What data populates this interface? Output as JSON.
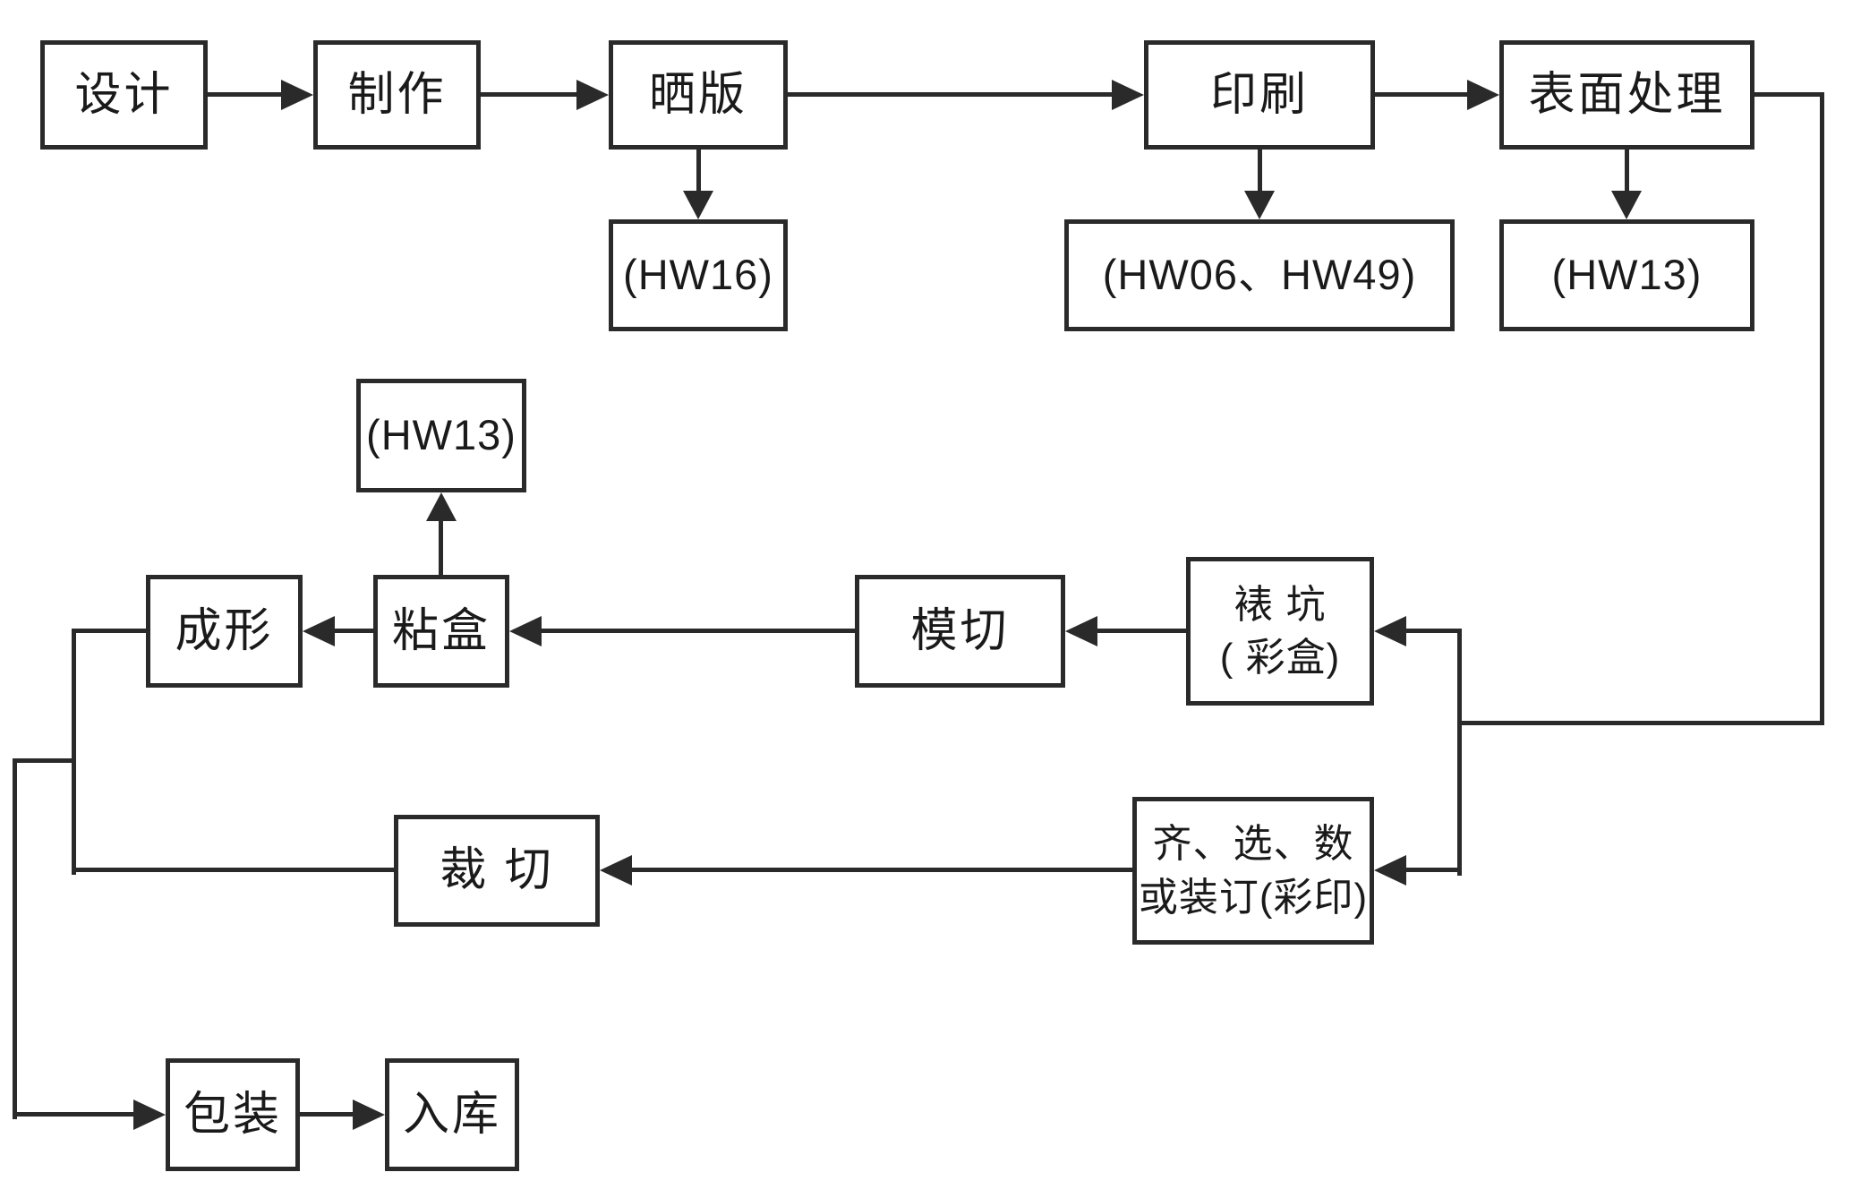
{
  "diagram": {
    "type": "flowchart",
    "line_color": "#2a2a2a",
    "background_color": "#ffffff",
    "nodes": {
      "design": {
        "label": "设计"
      },
      "making": {
        "label": "制作"
      },
      "plate_exposure": {
        "label": "晒版"
      },
      "printing": {
        "label": "印刷"
      },
      "surface_treatment": {
        "label": "表面处理"
      },
      "waste_hw16": {
        "label": "(HW16)"
      },
      "waste_hw06_hw49": {
        "label": "(HW06、HW49)"
      },
      "waste_hw13_surface": {
        "label": "(HW13)"
      },
      "waste_hw13_gluing": {
        "label": "(HW13)"
      },
      "forming": {
        "label": "成形"
      },
      "box_gluing": {
        "label": "粘盒"
      },
      "die_cutting": {
        "label": "模切"
      },
      "laminating": {
        "label": "裱 坑",
        "sublabel": "( 彩盒)"
      },
      "collating": {
        "label": "齐、选、数",
        "sublabel": "或装订(彩印)"
      },
      "cutting": {
        "label": "裁 切"
      },
      "packing": {
        "label": "包装"
      },
      "warehousing": {
        "label": "入库"
      }
    },
    "edges": [
      {
        "from": "design",
        "to": "making"
      },
      {
        "from": "making",
        "to": "plate_exposure"
      },
      {
        "from": "plate_exposure",
        "to": "printing"
      },
      {
        "from": "printing",
        "to": "surface_treatment"
      },
      {
        "from": "plate_exposure",
        "to": "waste_hw16"
      },
      {
        "from": "printing",
        "to": "waste_hw06_hw49"
      },
      {
        "from": "surface_treatment",
        "to": "waste_hw13_surface"
      },
      {
        "from": "surface_treatment",
        "to": "laminating"
      },
      {
        "from": "surface_treatment",
        "to": "collating"
      },
      {
        "from": "laminating",
        "to": "die_cutting"
      },
      {
        "from": "die_cutting",
        "to": "box_gluing"
      },
      {
        "from": "box_gluing",
        "to": "waste_hw13_gluing"
      },
      {
        "from": "box_gluing",
        "to": "forming"
      },
      {
        "from": "collating",
        "to": "cutting"
      },
      {
        "from": "forming",
        "to": "packing"
      },
      {
        "from": "cutting",
        "to": "packing"
      },
      {
        "from": "packing",
        "to": "warehousing"
      }
    ]
  }
}
